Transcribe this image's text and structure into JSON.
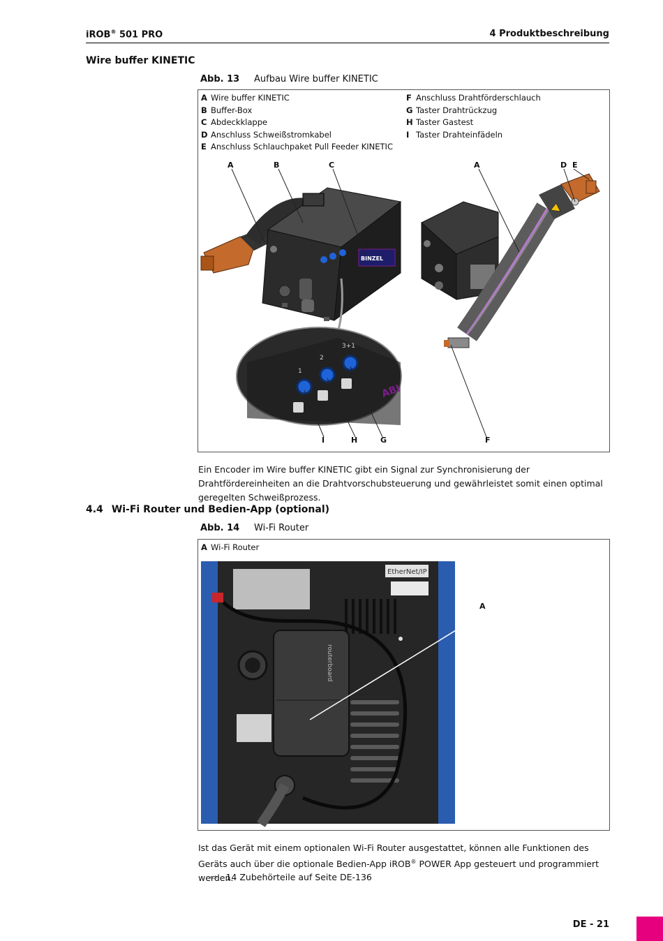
{
  "header": {
    "left_main": "iROB",
    "left_sup": "®",
    "left_rest": " 501 PRO",
    "right": "4 Produktbeschreibung"
  },
  "section1": {
    "title": "Wire buffer KINETIC"
  },
  "figure13": {
    "label": "Abb. 13",
    "caption": "Aufbau Wire buffer KINETIC",
    "legend_left": [
      {
        "key": "A",
        "text": "Wire buffer KINETIC"
      },
      {
        "key": "B",
        "text": "Buffer-Box"
      },
      {
        "key": "C",
        "text": "Abdeckklappe"
      },
      {
        "key": "D",
        "text": "Anschluss Schweißstromkabel"
      },
      {
        "key": "E",
        "text": "Anschluss Schlauchpaket Pull Feeder KINETIC"
      }
    ],
    "legend_right": [
      {
        "key": "F",
        "text": "Anschluss Drahtförderschlauch"
      },
      {
        "key": "G",
        "text": "Taster Drahtrückzug"
      },
      {
        "key": "H",
        "text": "Taster Gastest"
      },
      {
        "key": "I",
        "text": "Taster Drahteinfädeln"
      }
    ],
    "callouts_top": [
      "A",
      "B",
      "C",
      "A",
      "D",
      "E"
    ],
    "callouts_bottom": [
      "I",
      "H",
      "G",
      "F"
    ],
    "button_numbers": [
      "1",
      "2",
      "3+1"
    ],
    "brand_text": "BINZEL"
  },
  "paragraph1": "Ein Encoder im Wire buffer KINETIC gibt ein Signal zur Synchronisierung der Drahtfördereinheiten an die Drahtvorschubsteuerung und gewährleistet somit einen optimal geregelten Schweißprozess.",
  "section2": {
    "number": "4.4",
    "title": "Wi-Fi Router und Bedien-App (optional)"
  },
  "figure14": {
    "label": "Abb. 14",
    "caption": "Wi-Fi Router",
    "legend": [
      {
        "key": "A",
        "text": "Wi-Fi Router"
      }
    ],
    "callout": "A",
    "sticker_text": "EtherNet/IP",
    "router_brand": "routerboard"
  },
  "paragraph2_part1": "Ist das Gerät mit einem optionalen Wi-Fi Router ausgestattet, können alle Funktionen des Geräts auch über die optionale Bedien-App iROB",
  "paragraph2_sup": "®",
  "paragraph2_part2": " POWER App gesteuert und programmiert werden.",
  "crossref": {
    "arrow": "⇨",
    "text": "14 Zubehörteile auf Seite DE-136"
  },
  "footer": {
    "page": "DE - 21"
  },
  "colors": {
    "accent": "#e6007e",
    "device_blue": "#2a5db0",
    "button_blue": "#1f63d8"
  }
}
